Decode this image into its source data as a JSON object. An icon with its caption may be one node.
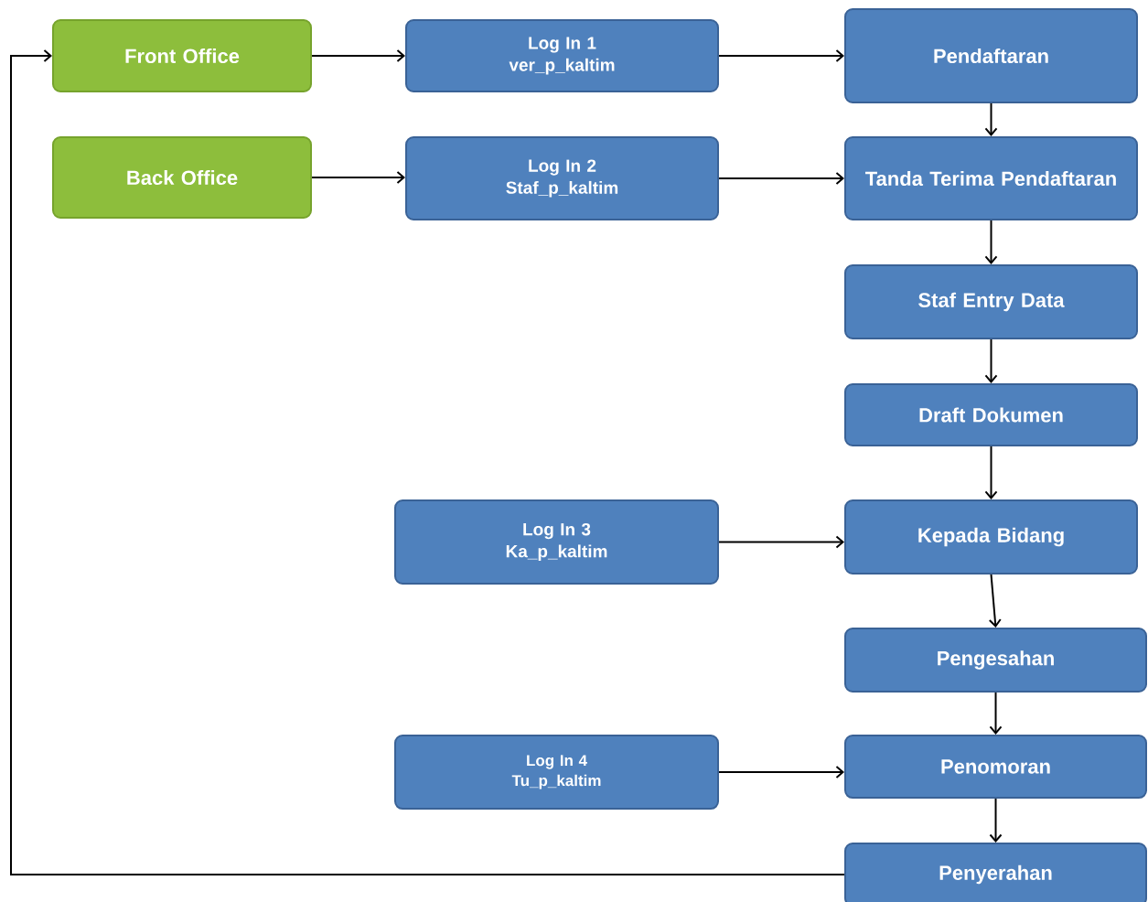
{
  "diagram": {
    "nodes": [
      {
        "text": [
          "Front Office"
        ]
      },
      {
        "text": [
          "Log In 1",
          "ver_p_kaltim"
        ]
      },
      {
        "text": [
          "Pendaftaran"
        ]
      },
      {
        "text": [
          "Back Office"
        ]
      },
      {
        "text": [
          "Log In 2",
          "Staf_p_kaltim"
        ]
      },
      {
        "text": [
          "Tanda Terima Pendaftaran"
        ]
      },
      {
        "text": [
          "Staf Entry Data"
        ]
      },
      {
        "text": [
          "Draft Dokumen"
        ]
      },
      {
        "text": [
          "Log In 3",
          "Ka_p_kaltim"
        ]
      },
      {
        "text": [
          "Kepada Bidang"
        ]
      },
      {
        "text": [
          "Pengesahan"
        ]
      },
      {
        "text": [
          "Log In 4",
          "Tu_p_kaltim"
        ]
      },
      {
        "text": [
          "Penomoran"
        ]
      },
      {
        "text": [
          "Penyerahan"
        ]
      }
    ],
    "edges": [
      {
        "from": 0,
        "to": 1,
        "arrow": "to"
      },
      {
        "from": 1,
        "to": 2,
        "arrow": "to"
      },
      {
        "from": 3,
        "to": 4,
        "arrow": "to"
      },
      {
        "from": 4,
        "to": 5,
        "arrow": "to"
      },
      {
        "from": 2,
        "to": 5,
        "arrow": "to"
      },
      {
        "from": 5,
        "to": 6,
        "arrow": "to"
      },
      {
        "from": 6,
        "to": 7,
        "arrow": "to"
      },
      {
        "from": 7,
        "to": 9,
        "arrow": "to"
      },
      {
        "from": 8,
        "to": 9,
        "arrow": "to"
      },
      {
        "from": 9,
        "to": 10,
        "arrow": "to"
      },
      {
        "from": 10,
        "to": 12,
        "arrow": "to"
      },
      {
        "from": 11,
        "to": 12,
        "arrow": "to"
      },
      {
        "from": 12,
        "to": 13,
        "arrow": "to"
      },
      {
        "from": 13,
        "to": 0,
        "arrow": "to"
      }
    ]
  }
}
